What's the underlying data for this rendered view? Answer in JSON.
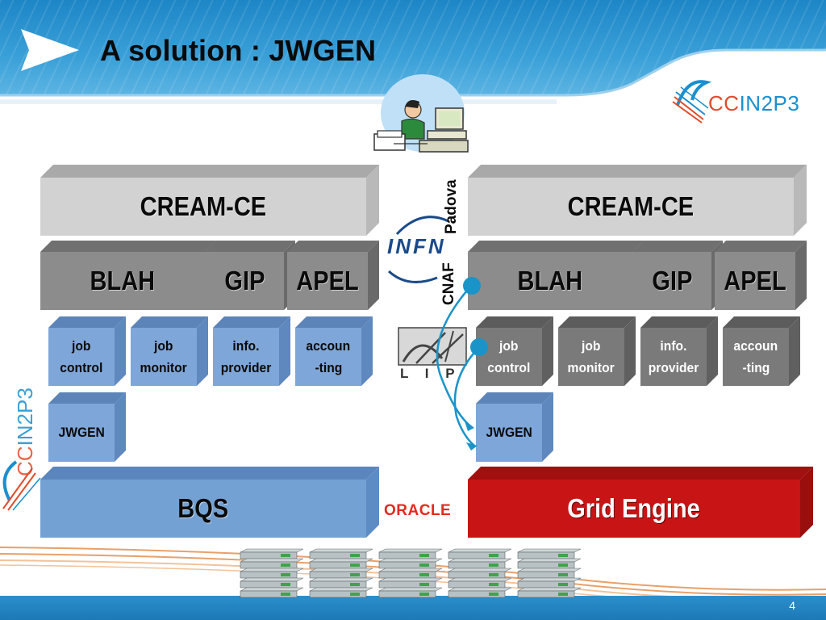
{
  "slide": {
    "title": "A solution : JWGEN",
    "page_number": "4"
  },
  "logos": {
    "top_logo_text_cc": "CC",
    "top_logo_text_rest": "IN2P3",
    "side_logo_text": "CCIN2P3",
    "infn_text": "INFN",
    "oracle_text": "ORACLE",
    "lip_text": "L I P"
  },
  "labels": {
    "padova": "Padova",
    "cnaf": "CNAF"
  },
  "left_stack": {
    "cream": "CREAM-CE",
    "blah": "BLAH",
    "gip": "GIP",
    "apel": "APEL",
    "job_control": [
      "job",
      "control"
    ],
    "job_monitor": [
      "job",
      "monitor"
    ],
    "info_provider": [
      "info.",
      "provider"
    ],
    "accounting": [
      "accoun",
      "-ting"
    ],
    "jwgen": "JWGEN",
    "batch": "BQS"
  },
  "right_stack": {
    "cream": "CREAM-CE",
    "blah": "BLAH",
    "gip": "GIP",
    "apel": "APEL",
    "job_control": [
      "job",
      "control"
    ],
    "job_monitor": [
      "job",
      "monitor"
    ],
    "info_provider": [
      "info.",
      "provider"
    ],
    "accounting": [
      "accoun",
      "-ting"
    ],
    "jwgen": "JWGEN",
    "batch": "Grid Engine"
  },
  "colors": {
    "header_blue": "#1d86c6",
    "cream_gray": "#c8c8c8",
    "blah_gray": "#8a8a8a",
    "module_blue": "#7fa6d6",
    "module_gray": "#7a7a7a",
    "bqs_blue": "#6f9fd2",
    "grid_engine_red": "#c81414",
    "connector": "#1a94c8"
  }
}
